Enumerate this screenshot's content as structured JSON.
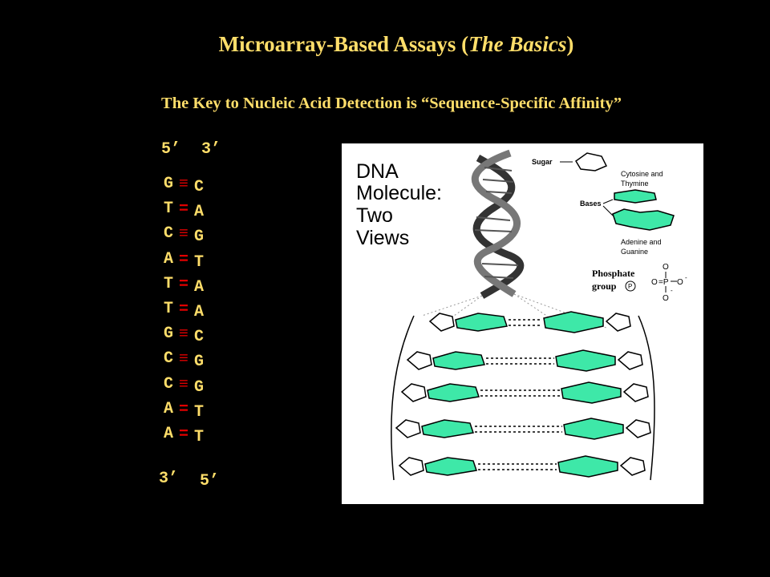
{
  "title": {
    "main": "Microarray-Based Assays (",
    "italic": "The Basics",
    "close": ")"
  },
  "subtitle": "The Key to Nucleic Acid Detection is “Sequence-Specific Affinity”",
  "strand_ends": {
    "top_left": "5’",
    "top_right": "3’",
    "bottom_left": "3’",
    "bottom_right": "5’"
  },
  "base_pairs": [
    {
      "left": "G",
      "right": "C",
      "bond": "≡"
    },
    {
      "left": "T",
      "right": "A",
      "bond": "="
    },
    {
      "left": "C",
      "right": "G",
      "bond": "≡"
    },
    {
      "left": "A",
      "right": "T",
      "bond": "="
    },
    {
      "left": "T",
      "right": "A",
      "bond": "="
    },
    {
      "left": "T",
      "right": "A",
      "bond": "="
    },
    {
      "left": "G",
      "right": "C",
      "bond": "≡"
    },
    {
      "left": "C",
      "right": "G",
      "bond": "≡"
    },
    {
      "left": "C",
      "right": "G",
      "bond": "≡"
    },
    {
      "left": "A",
      "right": "T",
      "bond": "="
    },
    {
      "left": "A",
      "right": "T",
      "bond": "="
    }
  ],
  "figure": {
    "heading": [
      "DNA",
      "Molecule:",
      "Two",
      "Views"
    ],
    "legend": {
      "sugar": "Sugar",
      "cytosine_thymine": [
        "Cytosine and",
        "Thymine"
      ],
      "bases": "Bases",
      "adenine_guanine": [
        "Adenine and",
        "Guanine"
      ],
      "phosphate": [
        "Phosphate",
        "group"
      ],
      "phosphate_symbol": "P"
    },
    "colors": {
      "base_fill": "#3ee8a8",
      "helix": "#2b2b2b",
      "paper": "#ffffff"
    }
  }
}
